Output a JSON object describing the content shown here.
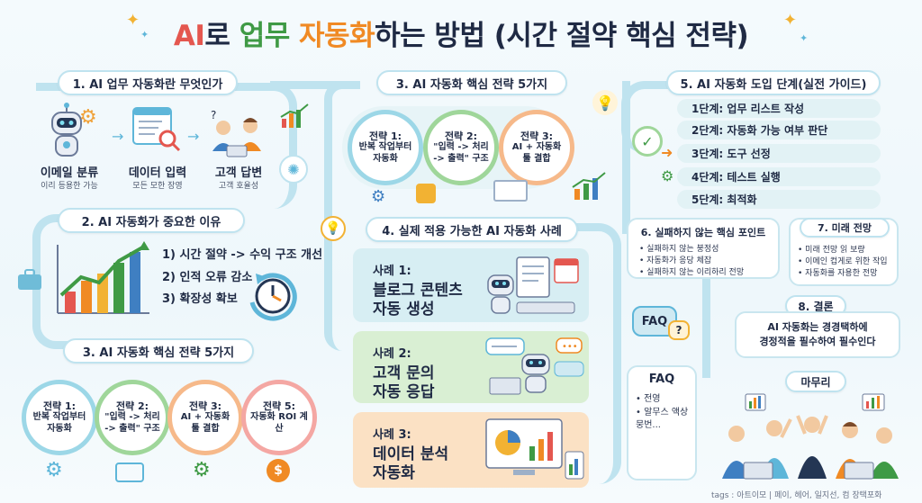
{
  "title": {
    "ai": "AI",
    "part1": "로 ",
    "part2": "업무",
    "part3": " 자동화",
    "part4": "하는 방법 (시간 절약 핵심 전략)"
  },
  "section1": {
    "header": "1. AI 업무 자동화란 무엇인가",
    "items": [
      {
        "label": "이메일 분류",
        "sub": "이리 등용한 가능"
      },
      {
        "label": "데이터 입력",
        "sub": "모든 모한 장영"
      },
      {
        "label": "고객 답변",
        "sub": "고객 호율성"
      }
    ]
  },
  "section2": {
    "header": "2. AI 자동화가 중요한 이유",
    "reasons": [
      "1) 시간 절약 -> 수익 구조 개선",
      "2) 인적 오류 감소",
      "3) 확장성 확보"
    ]
  },
  "section3_top": {
    "header": "3. AI 자동화 핵심 전략 5가지",
    "strategies": [
      {
        "title": "전략 1:",
        "body": "반복 작업부터 자동화"
      },
      {
        "title": "전략 2:",
        "body": "\"입력 -> 처리 -> 출력\" 구조"
      },
      {
        "title": "전략 3:",
        "body": "AI + 자동화 툴 결합"
      }
    ]
  },
  "section3_bottom": {
    "header": "3. AI 자동화 핵심 전략 5가지",
    "strategies": [
      {
        "title": "전략 1:",
        "body": "반복 작업부터 자동화"
      },
      {
        "title": "전략 2:",
        "body": "\"입력 -> 처리 -> 출력\" 구조"
      },
      {
        "title": "전략 3:",
        "body": "AI + 자동화 툴 결합"
      },
      {
        "title": "전략 5:",
        "body": "자동화 ROI 계산"
      }
    ]
  },
  "section4": {
    "header": "4. 실제 적용 가능한 AI 자동화 사례",
    "cases": [
      {
        "title": "사례 1:",
        "body": "블로그 콘텐츠\n자동 생성"
      },
      {
        "title": "사례 2:",
        "body": "고객 문의\n자동 응답"
      },
      {
        "title": "사례 3:",
        "body": "데이터 분석\n자동화"
      }
    ]
  },
  "section5": {
    "header": "5. AI 자동화 도입 단계(실전 가이드)",
    "steps": [
      "1단계: 업무 리스트 작성",
      "2단계: 자동화 가능 여부 판단",
      "3단계: 도구 선정",
      "4단계: 테스트 실행",
      "5단계: 최적화"
    ]
  },
  "section6": {
    "header": "6. 실패하지 않는 핵심 포인트",
    "bullets": [
      "실패하지 않는 붕정성",
      "자동화가 응당 체잡",
      "실패하지 않는 이리하리 전망"
    ]
  },
  "section7": {
    "header": "7. 미래 전망",
    "bullets": [
      "미래 전망 읽 보량",
      "이메인 컵게로 위한 작입",
      "자동화를 자용한 전망"
    ]
  },
  "section8": {
    "header": "8. 결론",
    "body": "AI 자동화는 경경택하에\n경정적을 필수하여 필수인다"
  },
  "faq": {
    "bubble": "FAQ",
    "header": "FAQ",
    "bullets": [
      "전영",
      "알무스 액상 뭉번..."
    ]
  },
  "closing": {
    "header": "마무리"
  },
  "footer": "tags : 아트이모 | 페이, 헤어, 일지선, 컴 장택포화",
  "colors": {
    "flow": "#bfe3ef",
    "case1": "#d7eef3",
    "case2": "#d9efd3",
    "case3": "#fbe1c4",
    "accent_red": "#e4574f",
    "accent_green": "#3f9a45",
    "accent_orange": "#f08a24"
  }
}
